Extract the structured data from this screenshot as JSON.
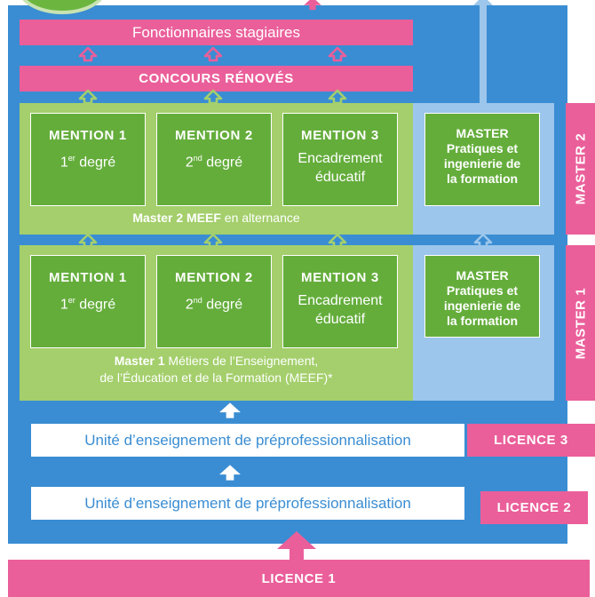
{
  "colors": {
    "background_blue": "#3a8dd3",
    "pink": "#ea5f9a",
    "green_panel": "#a4cf6c",
    "green_box": "#64ad3b",
    "light_blue": "#9cc6eb",
    "white": "#ffffff"
  },
  "bands": {
    "fonctionnaires": "Fonctionnaires stagiaires",
    "concours": "CONCOURS RÉNOVÉS"
  },
  "master2": {
    "mentions": [
      {
        "title": "MENTION 1",
        "num": "1",
        "sup": "er",
        "rest": " degré"
      },
      {
        "title": "MENTION 2",
        "num": "2",
        "sup": "nd",
        "rest": " degré"
      },
      {
        "title": "MENTION 3",
        "line1": "Encadrement",
        "line2": "éducatif"
      }
    ],
    "caption_bold": "Master 2 MEEF",
    "caption_rest": " en alternance",
    "master_box": {
      "line1": "MASTER",
      "line2": "Pratiques et",
      "line3": "ingenierie de",
      "line4": "la formation"
    },
    "side_label": "MASTER 2"
  },
  "master1": {
    "mentions": [
      {
        "title": "MENTION 1",
        "num": "1",
        "sup": "er",
        "rest": " degré"
      },
      {
        "title": "MENTION 2",
        "num": "2",
        "sup": "nd",
        "rest": " degré"
      },
      {
        "title": "MENTION 3",
        "line1": "Encadrement",
        "line2": "éducatif"
      }
    ],
    "caption_bold": "Master 1",
    "caption_rest": " Métiers de l’Enseignement,",
    "caption_line2": "de l’Éducation et de la Formation (MEEF)*",
    "master_box": {
      "line1": "MASTER",
      "line2": "Pratiques et",
      "line3": "ingenierie de",
      "line4": "la formation"
    },
    "side_label": "MASTER 1"
  },
  "licence3": {
    "unit": "Unité d’enseignement de préprofessionnalisation",
    "label": "LICENCE 3"
  },
  "licence2": {
    "unit": "Unité d’enseignement de préprofessionnalisation",
    "label": "LICENCE 2"
  },
  "licence1": {
    "label": "LICENCE 1"
  }
}
